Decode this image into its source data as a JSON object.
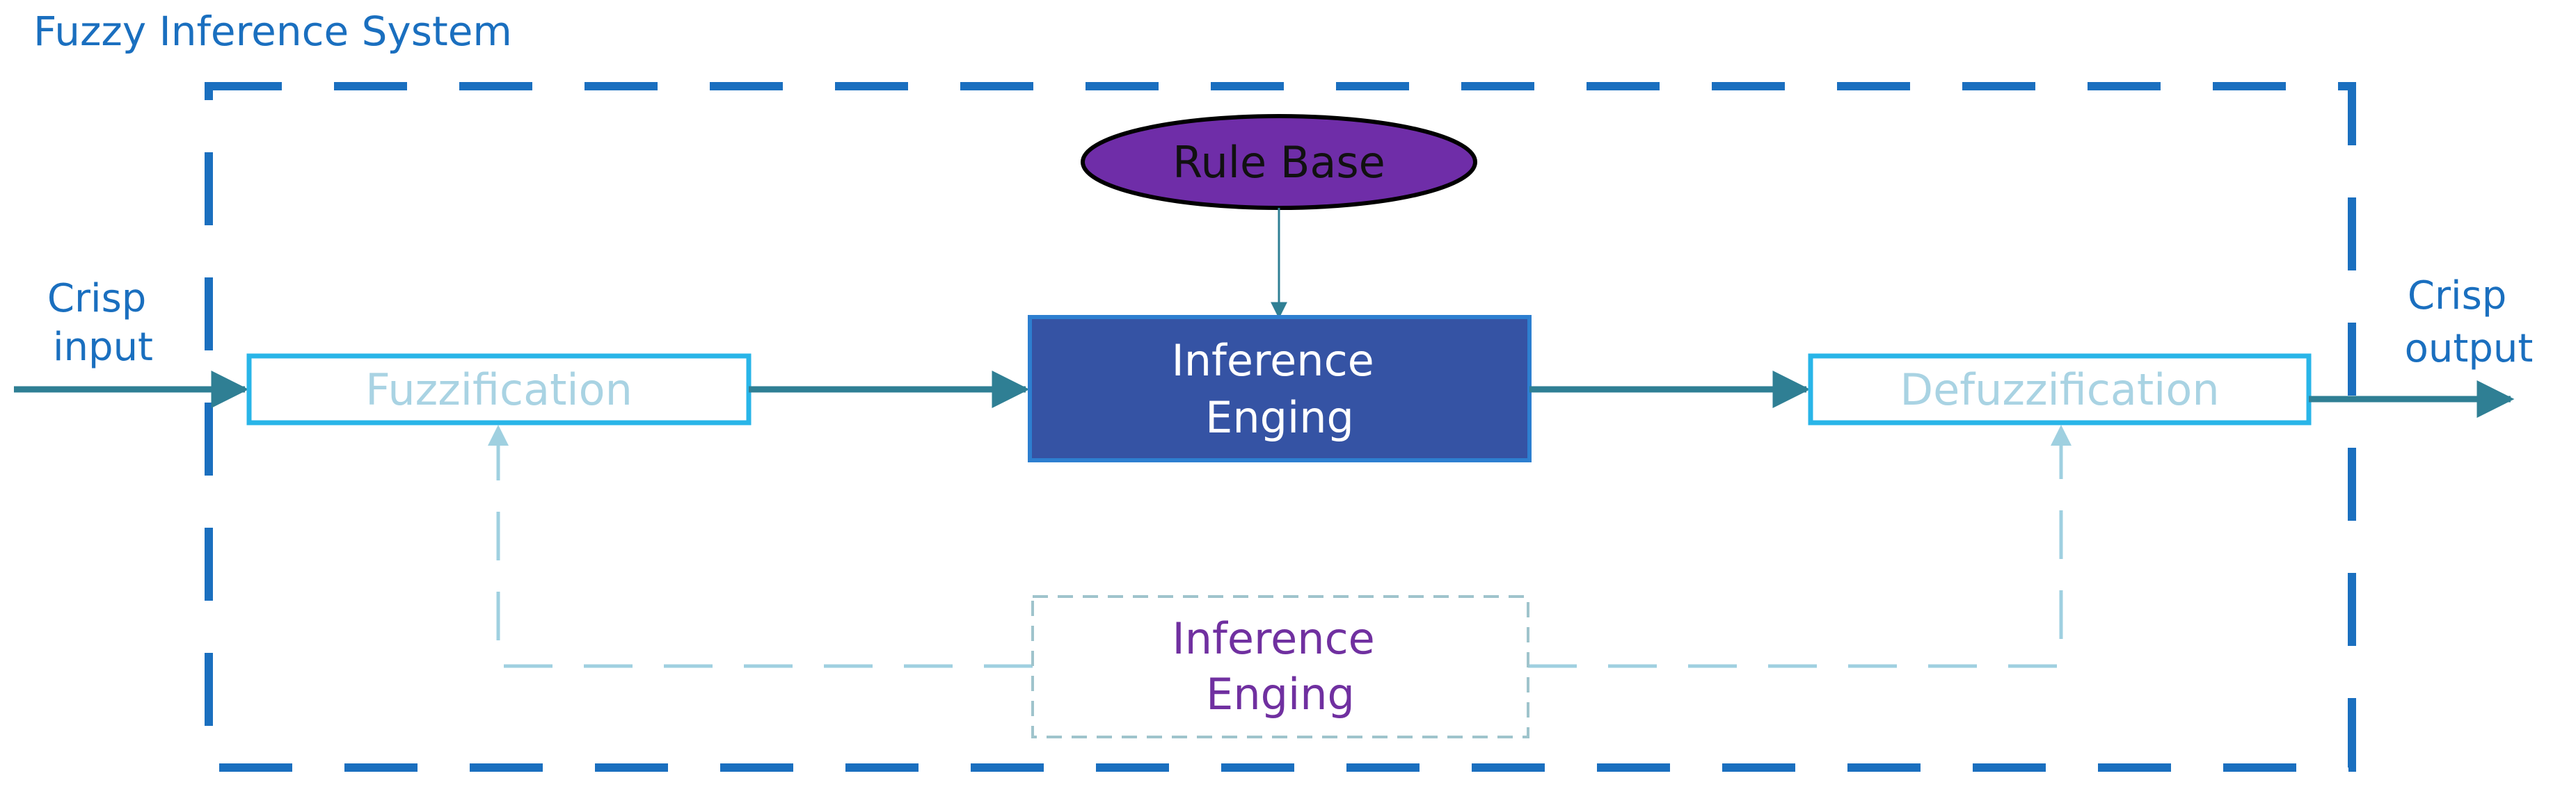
{
  "title": "Fuzzy Inference System",
  "input_label": [
    "Crisp",
    "input"
  ],
  "output_label": [
    "Crisp",
    "output"
  ],
  "rule_base": "Rule Base",
  "fuzzification": "Fuzzification",
  "inference_engine": [
    "Inference",
    "Enging"
  ],
  "defuzzification": "Defuzzification",
  "bottom_engine": [
    "Inference",
    "Enging"
  ],
  "colors": {
    "title": "#1a6fbf",
    "frame": "#1a6fbf",
    "arrow": "#2f7f94",
    "fuzz_box_border": "#29b5e8",
    "fuzz_text": "#a9d3e3",
    "engine_fill": "#3553a4",
    "engine_border": "#2d7fd0",
    "engine_text": "#ffffff",
    "rule_fill": "#6f2da8",
    "rule_text": "#111111",
    "dashed_feedback": "#9fd0e0",
    "bottom_text": "#7030a0"
  }
}
